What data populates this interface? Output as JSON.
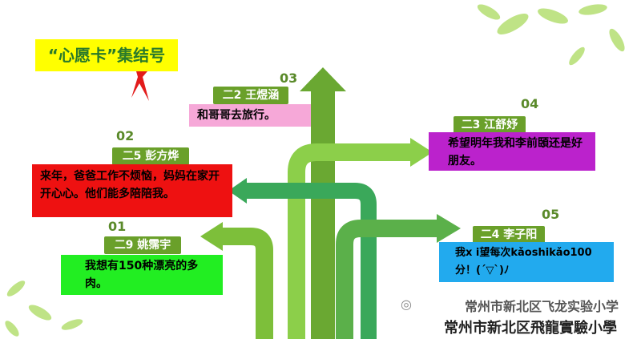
{
  "title": "“心愿卡”集结号",
  "cards": [
    {
      "id": "01",
      "name": "二9 姚霈宇",
      "text": "我想有150种漂亮的多肉。",
      "box_color": "#22ee22"
    },
    {
      "id": "02",
      "name": "二5 彭方烨",
      "text": "来年，爸爸工作不烦恼，妈妈在家开开心心。他们能多陪陪我。",
      "box_color": "#ee1111"
    },
    {
      "id": "03",
      "name": "二2 王煜涵",
      "text": "和哥哥去旅行。",
      "box_color": "#f6a8d8"
    },
    {
      "id": "04",
      "name": "二3 江舒妤",
      "text": "希望明年我和李前頣还是好朋友。",
      "box_color": "#bb22cc"
    },
    {
      "id": "05",
      "name": "二4 李子阳",
      "text": "我x i望每次kǎoshikǎo100分！(´▽`)ﾉ",
      "box_color": "#22aaee"
    }
  ],
  "watermark": {
    "line1": "常州市新北区飞龙实验小学",
    "line2": "常州市新北区飛龍實驗小學"
  },
  "colors": {
    "tag": "#6aa02a",
    "arrow_dark": "#5a9a2a",
    "arrow_light": "#8ccf4a",
    "arrow_mid": "#3aa85a"
  }
}
